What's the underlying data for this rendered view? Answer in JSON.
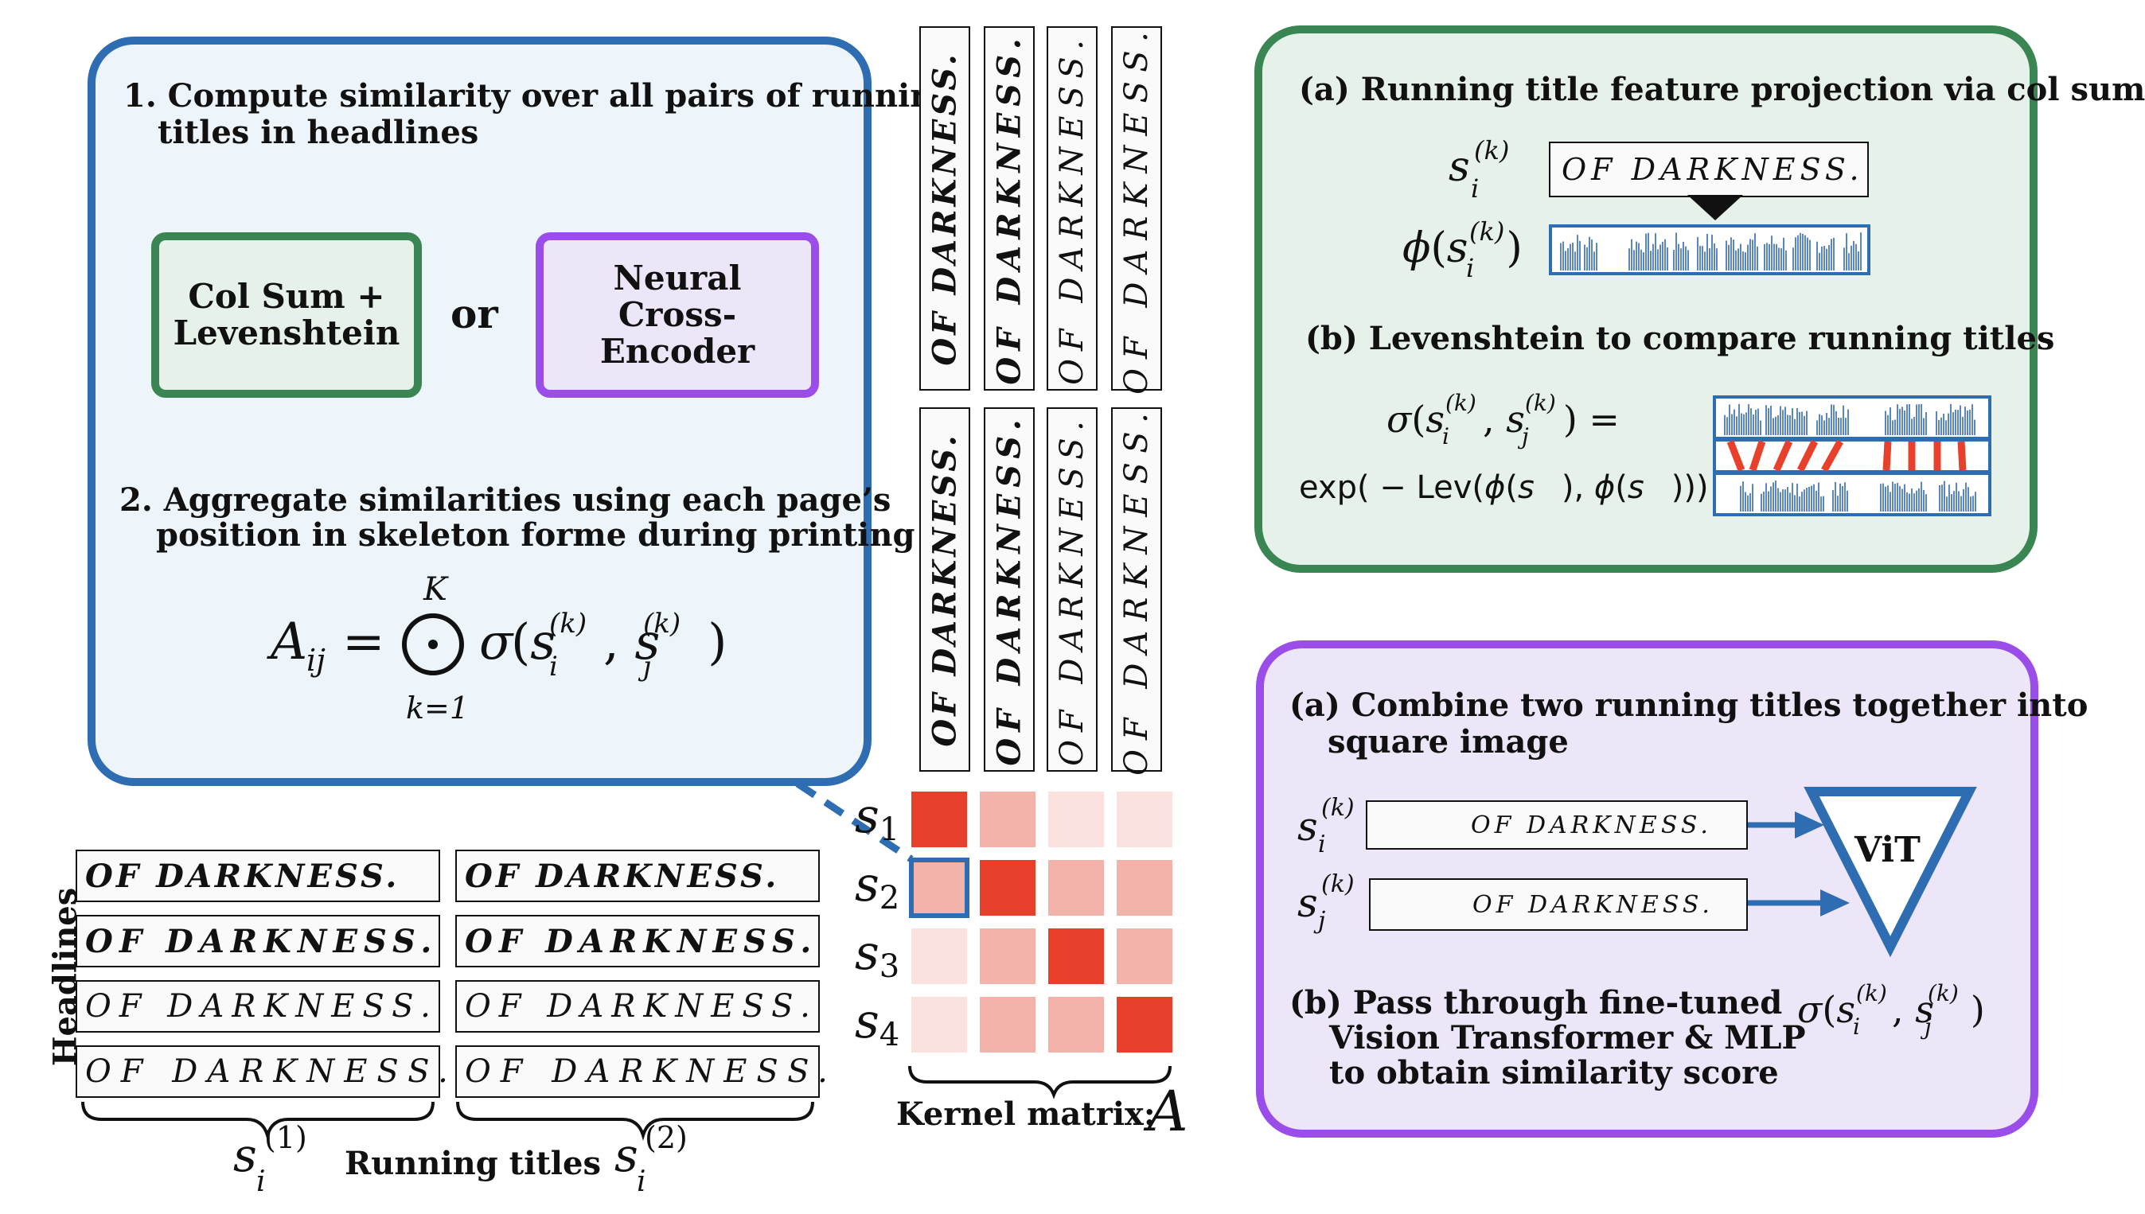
{
  "blue_panel": {
    "step1": "1. Compute similarity over all pairs of running",
    "step1_cont": "titles in headlines",
    "option_a_line1": "Col Sum +",
    "option_a_line2": "Levenshtein",
    "or_label": "or",
    "option_b_line1": "Neural",
    "option_b_line2": "Cross-Encoder",
    "step2": "2. Aggregate similarities using each page’s",
    "step2_cont": "position in skeleton forme during printing",
    "formula": {
      "lhs": "A",
      "lhs_sub": "ij",
      "eq": "=",
      "upper": "K",
      "lower": "k=1",
      "op": "⊙",
      "sigma": "σ"
    }
  },
  "running_title_text": "OF DARKNESS.",
  "headlines_label": "Headlines",
  "running_titles_label": "Running titles",
  "col1_label": "s_i^(1)",
  "col2_label": "s_i^(2)",
  "kernel": {
    "label": "Kernel matrix:",
    "symbol": "A",
    "row_labels": [
      "s1",
      "s2",
      "s3",
      "s4"
    ],
    "matrix": [
      [
        1.0,
        0.35,
        0.12,
        0.15
      ],
      [
        0.35,
        1.0,
        0.35,
        0.35
      ],
      [
        0.12,
        0.35,
        1.0,
        0.35
      ],
      [
        0.15,
        0.35,
        0.35,
        1.0
      ]
    ],
    "highlight": [
      1,
      0
    ],
    "colors": {
      "strong": "#e8402b",
      "mid": "#f3b3aa",
      "light": "#fbe2de"
    }
  },
  "green_panel": {
    "a_title": "(a) Running title feature projection via col sum",
    "b_title": "(b) Levenshtein to compare running titles",
    "exp_label": "exp",
    "lev_label": "Lev"
  },
  "purple_panel": {
    "a_title_line1": "(a) Combine two running titles together into",
    "a_title_line2": "square image",
    "vit_label": "ViT",
    "b_title_line1": "(b) Pass through fine-tuned",
    "b_title_line2": "Vision Transformer & MLP",
    "b_title_line3": "to obtain similarity score"
  },
  "colors": {
    "blue": "#2e6db1",
    "green": "#3a8653",
    "purple": "#9b4dea",
    "red": "#e8402b",
    "bar": "#5b86c4"
  }
}
